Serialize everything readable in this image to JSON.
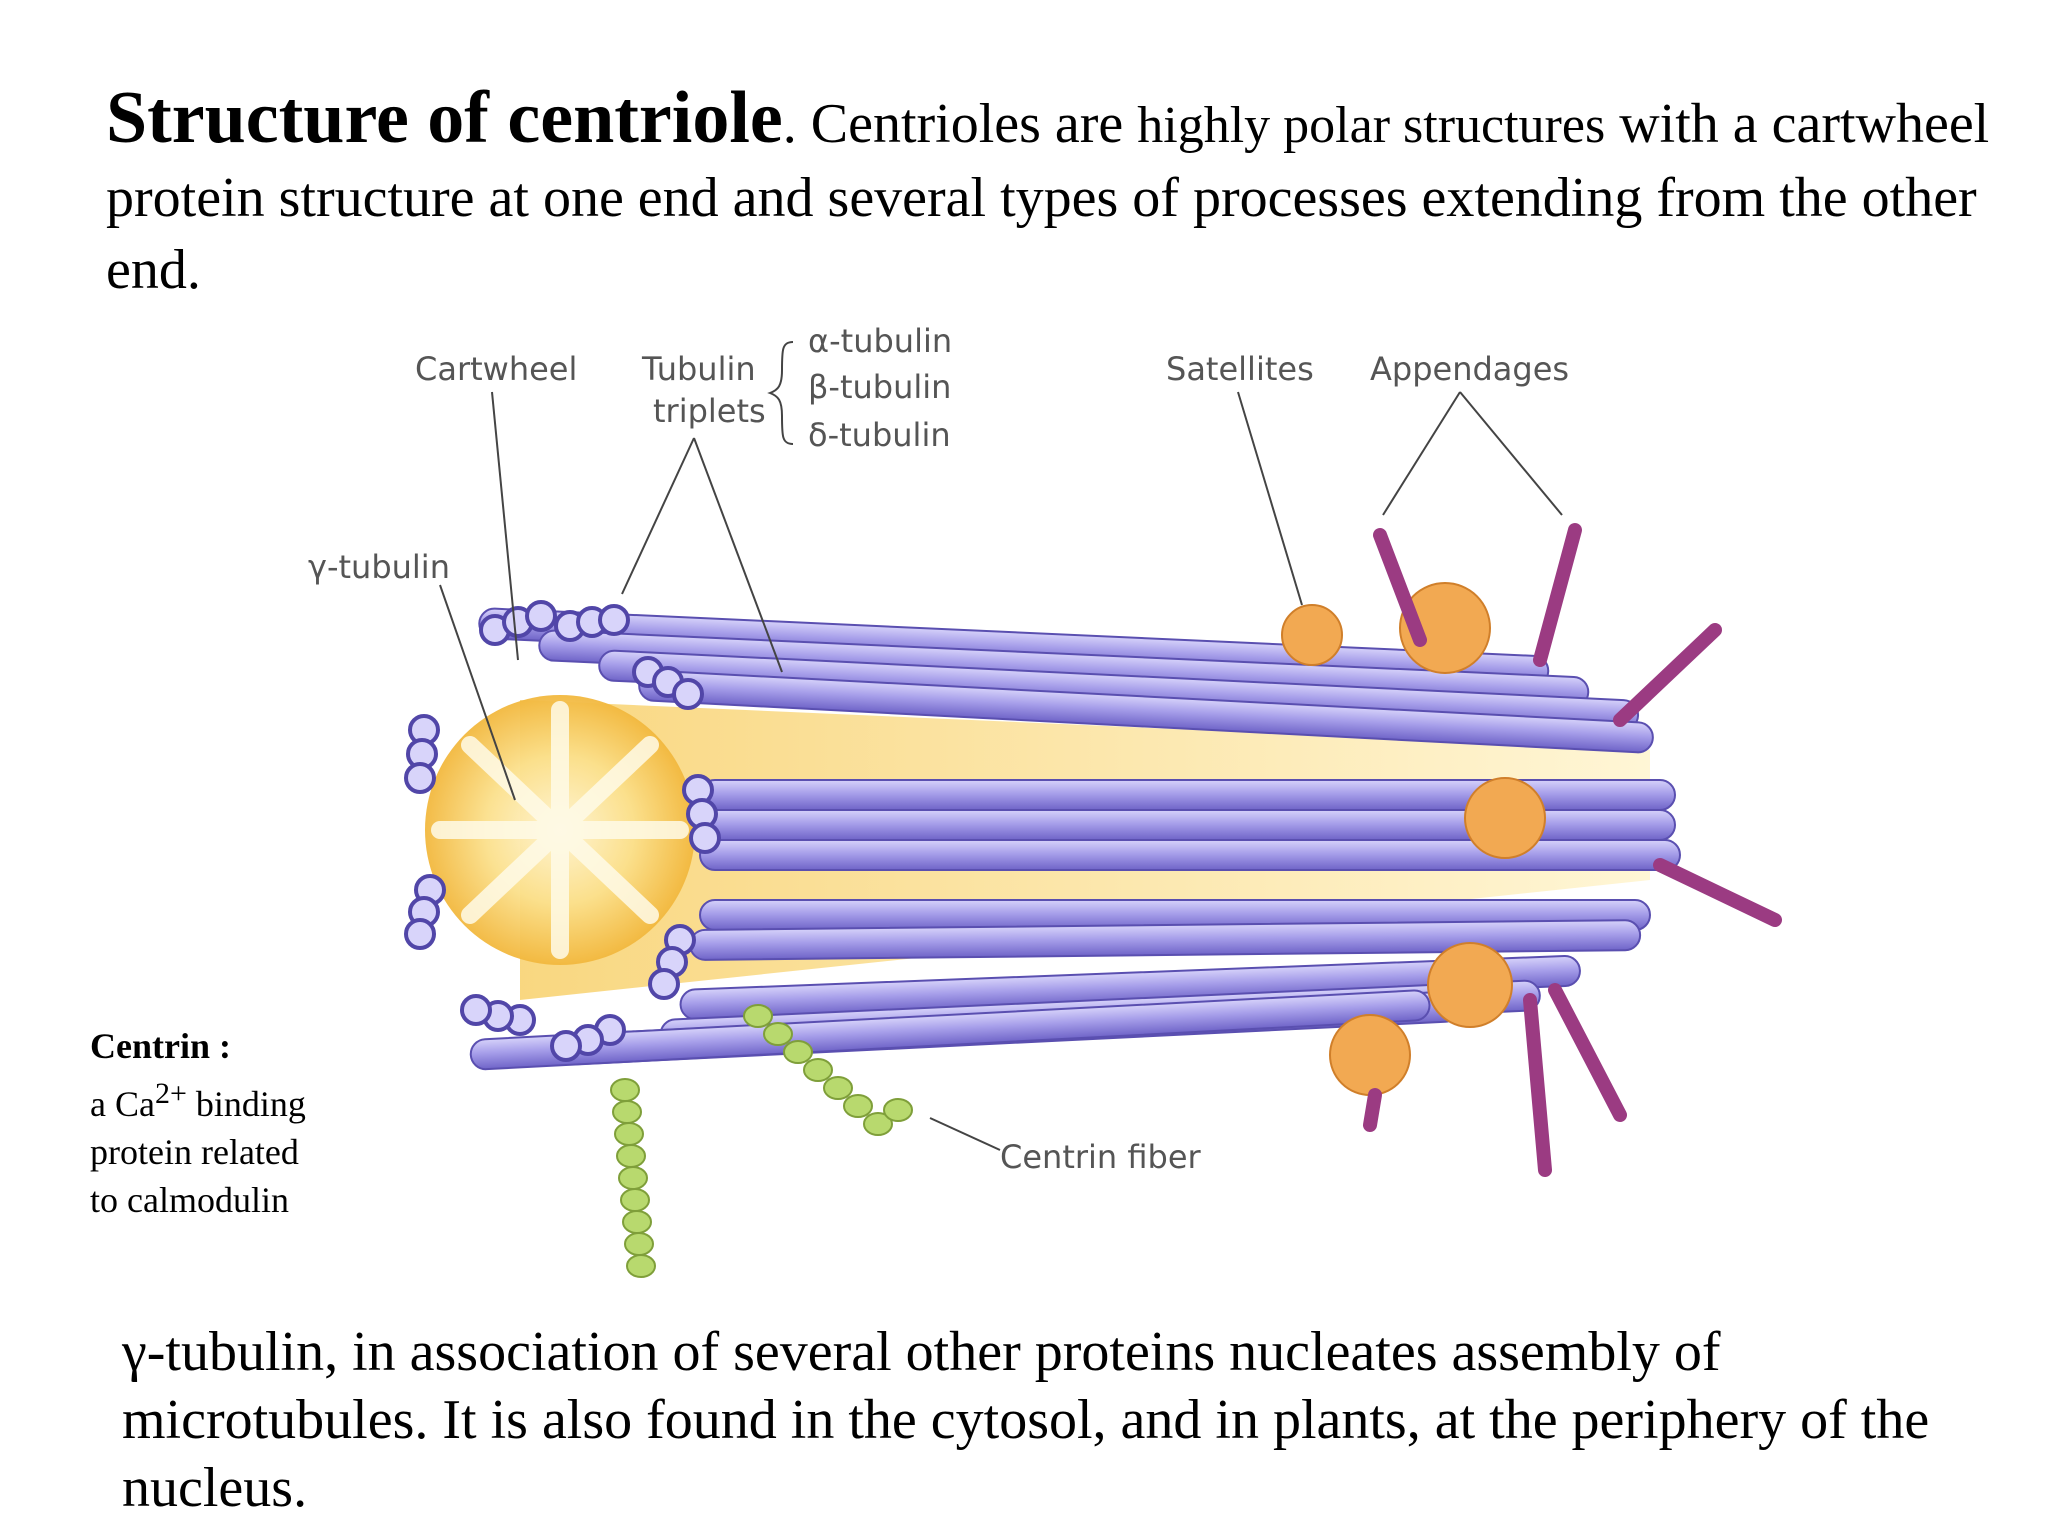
{
  "heading": {
    "bold": "Structure of centriole",
    "period": ".",
    "lead": " Centrioles are ",
    "small": "highly polar structures",
    "rest": "with a cartwheel protein structure at one end and several types of processes extending from the other end."
  },
  "diagram": {
    "labels": {
      "cartwheel": "Cartwheel",
      "tubulin": "Tubulin",
      "triplets": "triplets",
      "alpha": "α-tubulin",
      "beta": "β-tubulin",
      "delta": "δ-tubulin",
      "satellites": "Satellites",
      "appendages": "Appendages",
      "gamma": "γ-tubulin",
      "centrin_fiber": "Centrin fiber"
    },
    "colors": {
      "tubule": "#9d95e6",
      "tubule_dark": "#6b5fc2",
      "cartwheel": "#f6c64a",
      "satellite": "#f2a952",
      "appendage": "#9b3b82",
      "centrin": "#b8d96e"
    }
  },
  "centrin_note": {
    "title": "Centrin :",
    "line1_pre": "a Ca",
    "line1_sup": "2+",
    "line1_post": " binding",
    "line2": "protein related",
    "line3": "to calmodulin"
  },
  "footer": {
    "text": "γ-tubulin, in association of several other proteins nucleates assembly of microtubules. It is also found in the cytosol, and in plants, at the periphery of the nucleus."
  }
}
